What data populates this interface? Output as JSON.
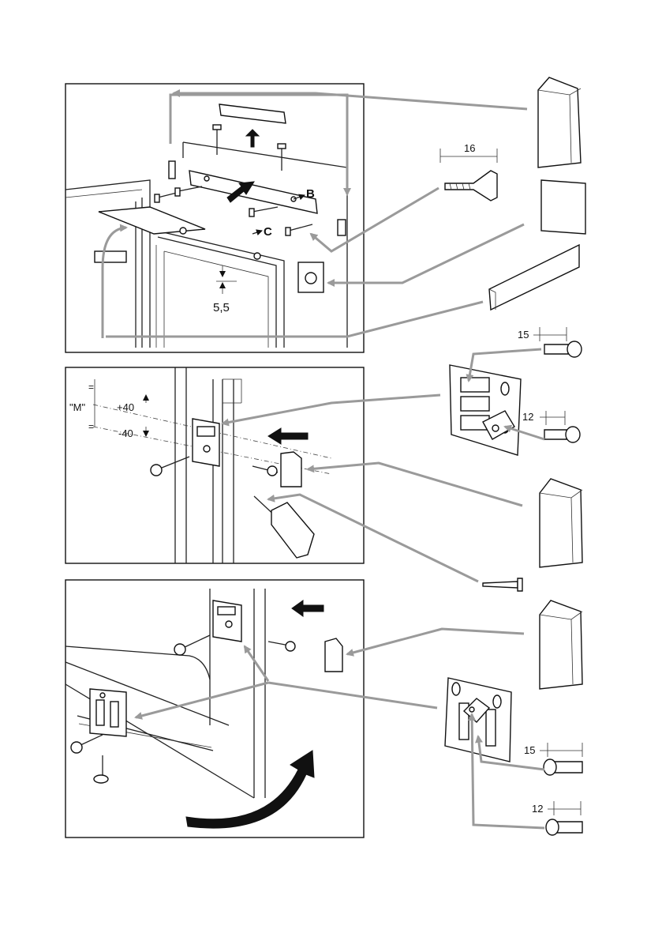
{
  "panel1": {
    "dim_gap": "5,5",
    "label_b": "B",
    "label_c": "C"
  },
  "screw_top": {
    "dim": "16"
  },
  "panel2": {
    "label_m": "\"M\"",
    "plus": "+40",
    "minus": "-40",
    "equals_top": "=",
    "equals_bottom": "="
  },
  "screw_15_a": {
    "dim": "15"
  },
  "screw_12_a": {
    "dim": "12"
  },
  "screw_15_b": {
    "dim": "15"
  },
  "screw_12_b": {
    "dim": "12"
  },
  "colors": {
    "arrow": "#9a9a9a",
    "line": "#222222"
  }
}
